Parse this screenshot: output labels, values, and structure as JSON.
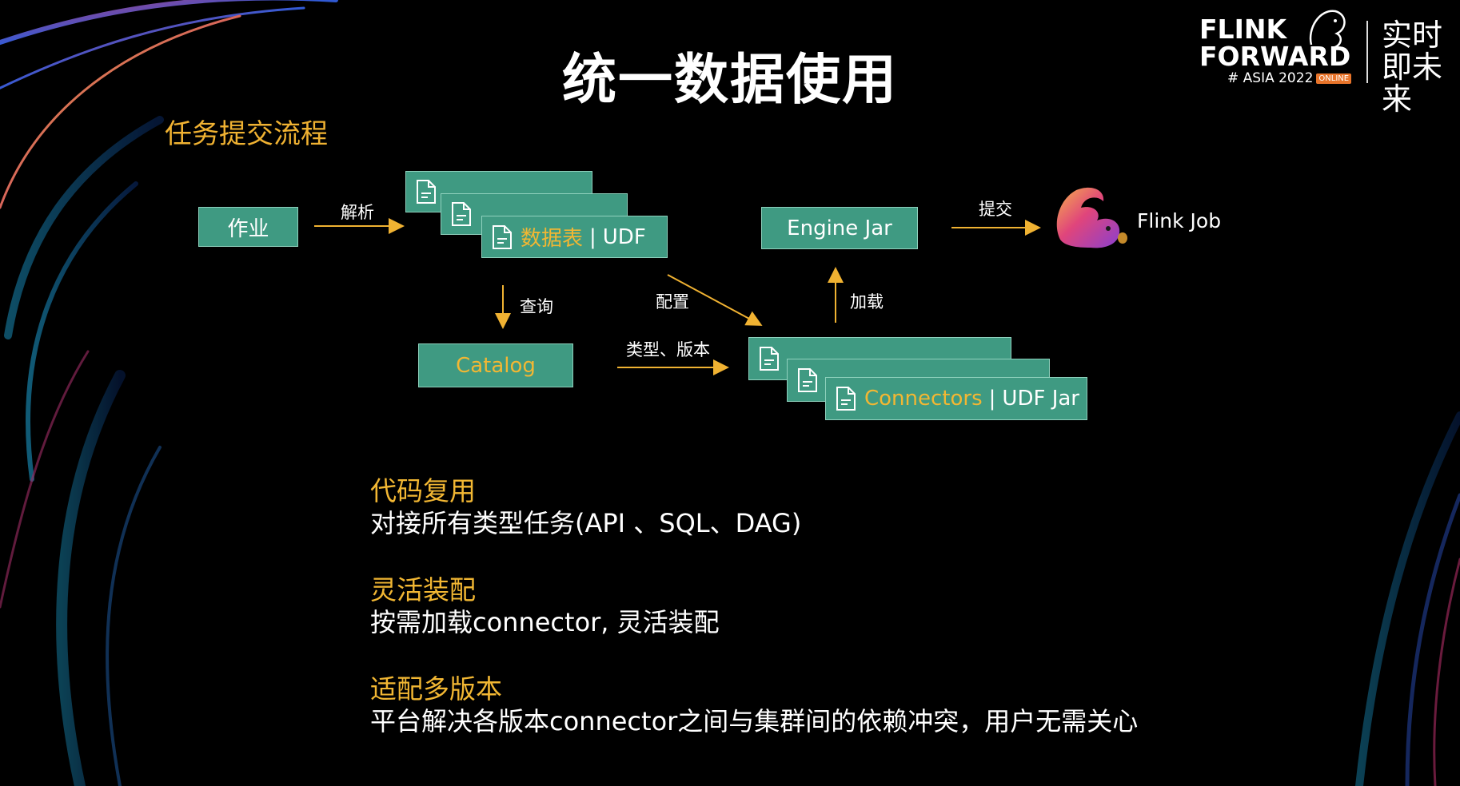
{
  "title": "统一数据使用",
  "subtitle": "任务提交流程",
  "flow": {
    "job_box": "作业",
    "parse_label": "解析",
    "tables_box": {
      "name": "数据表",
      "separator": "|",
      "suffix": "UDF"
    },
    "query_label": "查询",
    "config_label": "配置",
    "catalog_box": "Catalog",
    "type_version_label": "类型、版本",
    "connectors_box": {
      "name": "Connectors",
      "separator": "|",
      "suffix": "UDF Jar"
    },
    "load_label": "加载",
    "engine_box": "Engine Jar",
    "submit_label": "提交",
    "flink_job_label": "Flink Job"
  },
  "sections": [
    {
      "heading": "代码复用",
      "text": "对接所有类型任务(API 、SQL、DAG)"
    },
    {
      "heading": "灵活装配",
      "text": "按需加载connector, 灵活装配"
    },
    {
      "heading": "适配多版本",
      "text": "平台解决各版本connector之间与集群间的依赖冲突，用户无需关心"
    }
  ],
  "logo": {
    "line1": "FLINK",
    "line2": "FORWARD",
    "tag": "# ASIA 2022",
    "badge": "ONLINE",
    "slogan": "实时即未来"
  },
  "colors": {
    "box_fill": "#3f9a82",
    "accent_yellow": "#f2b733",
    "arrow": "#f0b232",
    "background": "#000000"
  },
  "icons": [
    "document-icon",
    "squirrel-logo-icon"
  ]
}
